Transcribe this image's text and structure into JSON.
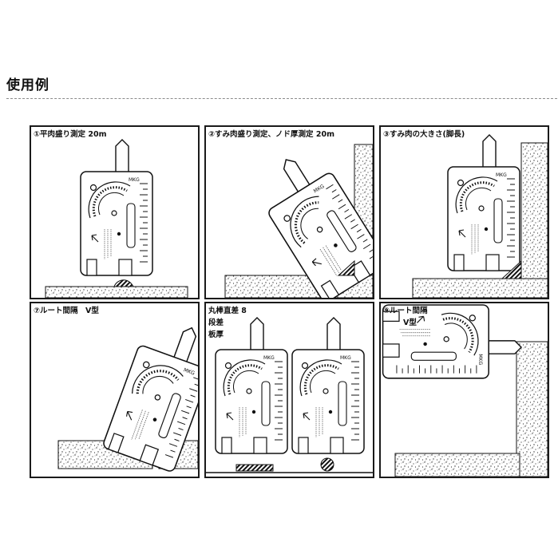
{
  "section": {
    "title": "使用例"
  },
  "panels": [
    {
      "caption": "①平肉盛り測定 20m"
    },
    {
      "caption": "②すみ肉盛り測定、ノド厚測定 20m"
    },
    {
      "caption": "③すみ肉の大きさ(脚長)"
    },
    {
      "caption": "⑦ルート間隔　V型"
    },
    {
      "caption_lines": [
        "丸棒直差 8",
        "段差",
        "板厚"
      ]
    },
    {
      "caption_lines": [
        "⑨ルート間隔",
        "V型"
      ]
    }
  ]
}
